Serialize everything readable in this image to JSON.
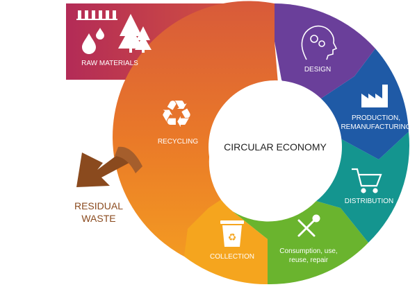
{
  "diagram": {
    "center_title": "CIRCULAR ECONOMY",
    "raw_materials": {
      "label": "RAW MATERIALS",
      "color": "#b32b57"
    },
    "residual_waste": {
      "line1": "RESIDUAL",
      "line2": "WASTE",
      "color": "#8a4a1e"
    },
    "stages": [
      {
        "label": "DESIGN",
        "icon": "head-gears-icon",
        "color": "#6a3f9a"
      },
      {
        "label_line1": "PRODUCTION,",
        "label_line2": "REMANUFACTURING",
        "icon": "factory-icon",
        "color": "#1f5aa6"
      },
      {
        "label": "DISTRIBUTION",
        "icon": "shopping-cart-icon",
        "color": "#14958f"
      },
      {
        "label_line1": "Consumption, use,",
        "label_line2": "reuse, repair",
        "icon": "tools-icon",
        "color": "#6ab42e"
      },
      {
        "label": "COLLECTION",
        "icon": "recycle-bin-icon",
        "color": "#f5a51e"
      },
      {
        "label": "RECYCLING",
        "icon": "recycle-icon",
        "color": "#e56f2a"
      }
    ]
  }
}
